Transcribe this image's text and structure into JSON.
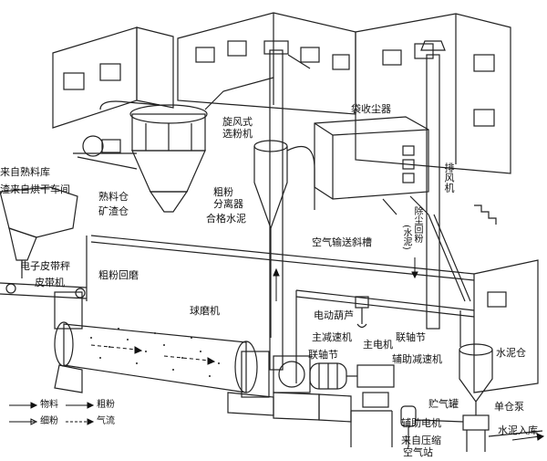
{
  "labels": {
    "cyclone_separator": [
      "旋风式",
      "选粉机"
    ],
    "bag_dust_collector": "袋收尘器",
    "clinker_yard": "来自熟料库",
    "slag_from_dryer": "渣来自烘干车间",
    "clinker_bin": "熟料仓",
    "slag_bin": "矿渣仓",
    "coarse_separator": [
      "粗粉",
      "分离器"
    ],
    "qualified_cement": "合格水泥",
    "air_conveyor": "空气输送斜槽",
    "exhaust_fan": "排风机",
    "dust_recovery": [
      "除尘回粉",
      "(水泥)"
    ],
    "belt_scale": "电子皮带秤",
    "belt_conveyor": "皮带机",
    "coarse_return": "粗粉回磨",
    "ball_mill": "球磨机",
    "electric_hoist": "电动葫芦",
    "main_reducer": "主减速机",
    "main_motor": "主电机",
    "coupling_1": "联轴节",
    "coupling_2": "联轴节",
    "aux_reducer": "辅助减速机",
    "cement_silo": "水泥仓",
    "gas_tank": "贮气罐",
    "single_pump": "单仓泵",
    "aux_motor": "辅助电机",
    "compressed_air": [
      "来自压缩",
      "空气站"
    ],
    "to_storage": "水泥入库"
  },
  "legend": {
    "material": "物料",
    "fine": "细粉",
    "coarse": "粗粉",
    "airflow": "气流"
  }
}
